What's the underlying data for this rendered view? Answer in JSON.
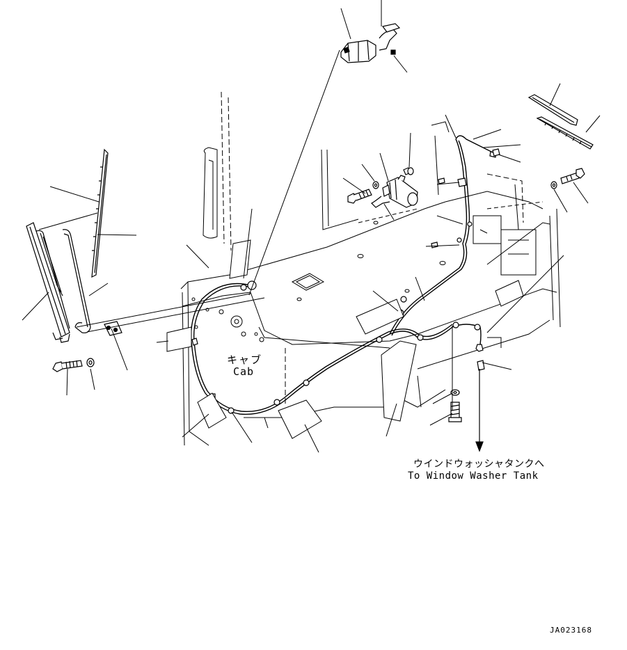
{
  "labels": {
    "cab_jp": "キャブ",
    "cab_en": "Cab",
    "washer_jp": "ウインドウォッシャタンクへ",
    "washer_en": "To Window Washer Tank",
    "figure_code": "JA023168"
  },
  "colors": {
    "line": "#000000",
    "background": "#ffffff"
  }
}
